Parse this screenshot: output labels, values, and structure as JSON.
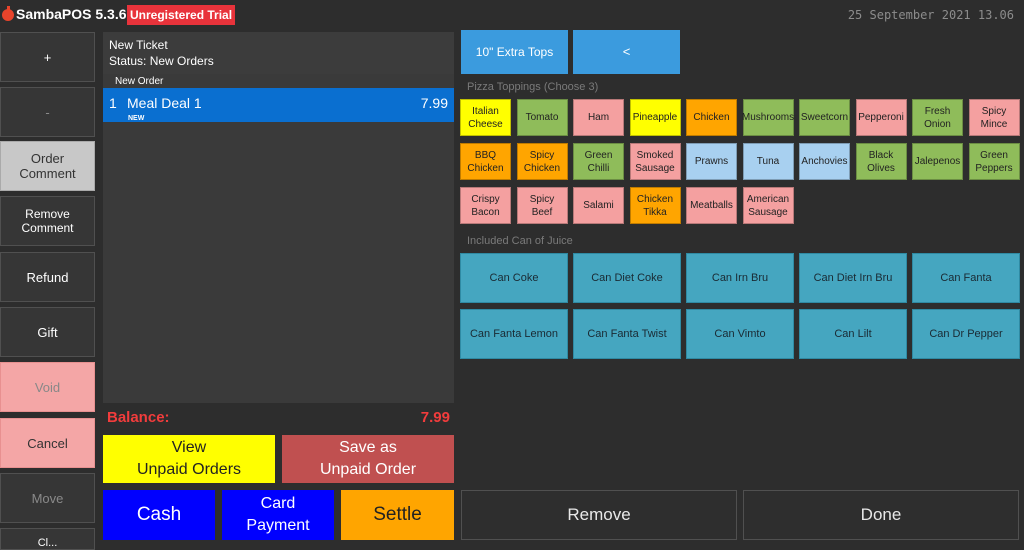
{
  "app": {
    "title": "SambaPOS 5.3.6",
    "trial_badge": "Unregistered Trial",
    "datetime": "25 September 2021 13.06"
  },
  "sidebar": {
    "items": [
      {
        "label": "+"
      },
      {
        "label": "-"
      },
      {
        "label": "Order Comment"
      },
      {
        "label": "Remove Comment"
      },
      {
        "label": "Refund"
      },
      {
        "label": "Gift"
      },
      {
        "label": "Void"
      },
      {
        "label": "Cancel"
      },
      {
        "label": "Move"
      },
      {
        "label": "Cl..."
      }
    ]
  },
  "ticket": {
    "title": "New Ticket",
    "status": "Status: New Orders",
    "order_group": "New Order",
    "order": {
      "qty": "1",
      "name": "Meal Deal 1",
      "price": "7.99",
      "tag": "NEW"
    }
  },
  "balance": {
    "label": "Balance:",
    "value": "7.99"
  },
  "buttons": {
    "view_unpaid": "View\nUnpaid Orders",
    "save_unpaid": "Save as\nUnpaid Order",
    "cash": "Cash",
    "card": "Card\nPayment",
    "settle": "Settle",
    "remove": "Remove",
    "done": "Done",
    "extra_tops": "10\" Extra Tops",
    "back": "<"
  },
  "pizza_section": {
    "label": "Pizza Toppings (Choose 3)",
    "toppings": [
      {
        "label": "Italian\nCheese",
        "color": "#ffff00"
      },
      {
        "label": "Tomato",
        "color": "#8fbc5a"
      },
      {
        "label": "Ham",
        "color": "#f4a0a0"
      },
      {
        "label": "Pineapple",
        "color": "#ffff00"
      },
      {
        "label": "Chicken",
        "color": "#ffa500"
      },
      {
        "label": "Mushrooms",
        "color": "#8fbc5a"
      },
      {
        "label": "Sweetcorn",
        "color": "#8fbc5a"
      },
      {
        "label": "Pepperoni",
        "color": "#f4a0a0"
      },
      {
        "label": "Fresh\nOnion",
        "color": "#8fbc5a"
      },
      {
        "label": "Spicy\nMince",
        "color": "#f4a0a0"
      },
      {
        "label": "BBQ\nChicken",
        "color": "#ffa500"
      },
      {
        "label": "Spicy\nChicken",
        "color": "#ffa500"
      },
      {
        "label": "Green\nChilli",
        "color": "#8fbc5a"
      },
      {
        "label": "Smoked\nSausage",
        "color": "#f4a0a0"
      },
      {
        "label": "Prawns",
        "color": "#a8d0f0"
      },
      {
        "label": "Tuna",
        "color": "#a8d0f0"
      },
      {
        "label": "Anchovies",
        "color": "#a8d0f0"
      },
      {
        "label": "Black\nOlives",
        "color": "#8fbc5a"
      },
      {
        "label": "Jalepenos",
        "color": "#8fbc5a"
      },
      {
        "label": "Green\nPeppers",
        "color": "#8fbc5a"
      },
      {
        "label": "Crispy\nBacon",
        "color": "#f4a0a0"
      },
      {
        "label": "Spicy\nBeef",
        "color": "#f4a0a0"
      },
      {
        "label": "Salami",
        "color": "#f4a0a0"
      },
      {
        "label": "Chicken\nTikka",
        "color": "#ffa500"
      },
      {
        "label": "Meatballs",
        "color": "#f4a0a0"
      },
      {
        "label": "American\nSausage",
        "color": "#f4a0a0"
      }
    ]
  },
  "juice_section": {
    "label": "Included Can of Juice",
    "items": [
      {
        "label": "Can Coke"
      },
      {
        "label": "Can Diet Coke"
      },
      {
        "label": "Can Irn Bru"
      },
      {
        "label": "Can Diet Irn Bru"
      },
      {
        "label": "Can Fanta"
      },
      {
        "label": "Can Fanta Lemon"
      },
      {
        "label": "Can Fanta Twist"
      },
      {
        "label": "Can Vimto"
      },
      {
        "label": "Can Lilt"
      },
      {
        "label": "Can Dr Pepper"
      }
    ]
  },
  "colors": {
    "tab_blue": "#3b9bde",
    "order_blue": "#0a6fd0",
    "balance_red": "#f23c3c",
    "view_yellow": "#ffff00",
    "save_red": "#c05050",
    "cash_blue": "#0000ff",
    "settle_orange": "#ffa500",
    "juice_teal": "#45a6c0"
  }
}
